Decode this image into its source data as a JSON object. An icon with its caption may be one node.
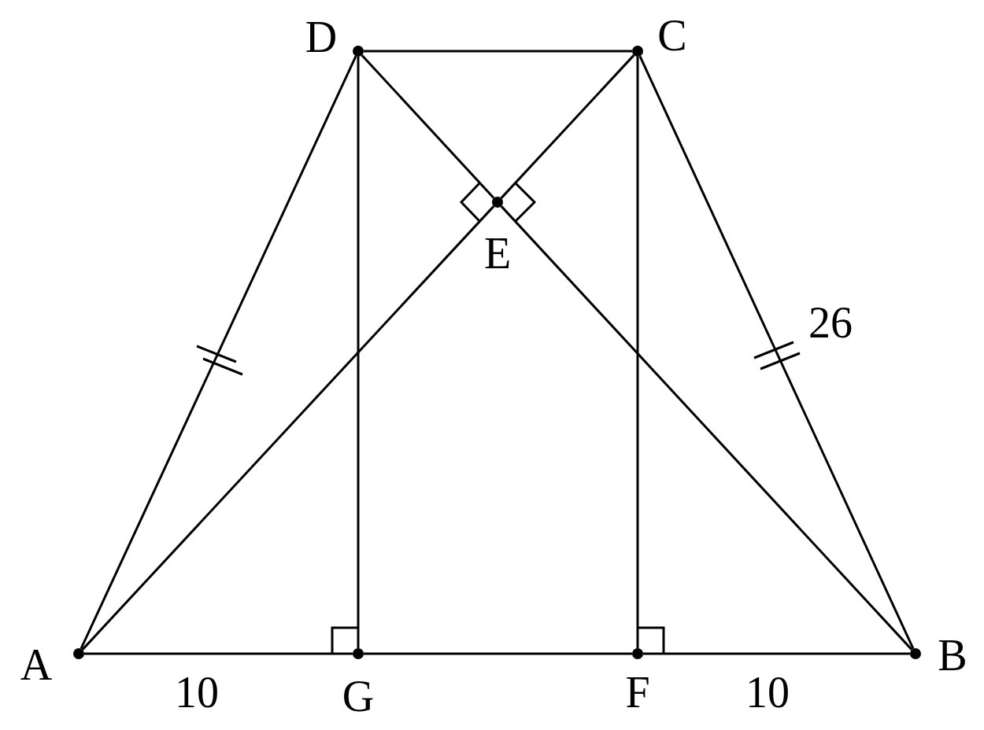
{
  "diagram": {
    "nodes": [
      {
        "text": [],
        "shape": "circle",
        "beside": [
          "D"
        ]
      },
      {
        "text": [],
        "shape": "circle",
        "beside": [
          "C"
        ]
      },
      {
        "text": [],
        "shape": "circle",
        "beside": [
          "E"
        ]
      },
      {
        "text": [],
        "shape": "circle",
        "beside": [
          "A"
        ]
      },
      {
        "text": [],
        "shape": "circle",
        "beside": [
          "G"
        ]
      },
      {
        "text": [],
        "shape": "circle",
        "beside": [
          "F"
        ]
      },
      {
        "text": [],
        "shape": "circle",
        "beside": [
          "B"
        ]
      }
    ],
    "edges": [
      {
        "from": 0,
        "to": 1,
        "arrow": "none"
      },
      {
        "from": 0,
        "to": 3,
        "arrow": "none"
      },
      {
        "from": 0,
        "to": 4,
        "arrow": "none"
      },
      {
        "from": 0,
        "to": 2,
        "arrow": "none"
      },
      {
        "from": 1,
        "to": 2,
        "arrow": "none"
      },
      {
        "from": 1,
        "to": 5,
        "arrow": "none"
      },
      {
        "from": 1,
        "to": 6,
        "arrow": "none",
        "label": "26"
      },
      {
        "from": 2,
        "to": 3,
        "arrow": "none"
      },
      {
        "from": 2,
        "to": 6,
        "arrow": "none"
      },
      {
        "from": 3,
        "to": 4,
        "arrow": "none",
        "label": "10"
      },
      {
        "from": 4,
        "to": 5,
        "arrow": "none"
      },
      {
        "from": 5,
        "to": 6,
        "arrow": "none",
        "label": "10"
      }
    ]
  }
}
